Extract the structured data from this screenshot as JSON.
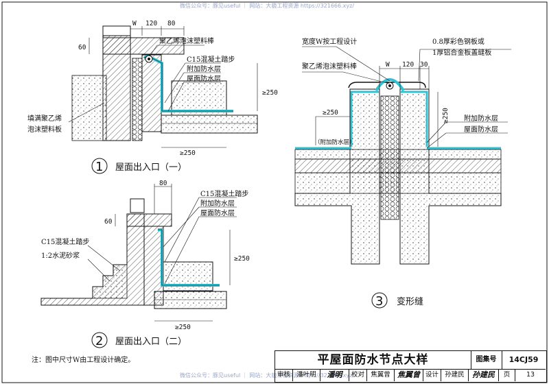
{
  "watermark_top": "微信公众号：豚见useful ｜ 网站：大藐工程资源 https://321666.xyz/",
  "watermark_bottom": "微信公众号：豚见useful ｜ 网站：大藐工程资源 https://321666.xyz/",
  "detail1": {
    "number": "1",
    "caption": "屋面出入口（一）",
    "dims": {
      "w": "W",
      "d120": "120",
      "d80": "80",
      "d60": "60",
      "d250v": "≥250",
      "d250h": "≥250"
    },
    "labels": {
      "foam_rod": "聚乙烯泡沫塑料棒",
      "step": "C15混凝土踏步",
      "add_layer": "附加防水层",
      "roof_layer": "屋面防水层",
      "fill_line1": "填满聚乙烯",
      "fill_line2": "泡沫塑料板"
    }
  },
  "detail2": {
    "number": "2",
    "caption": "屋面出入口（二）",
    "dims": {
      "d80": "80",
      "d60": "60",
      "d250v": "≥250",
      "d250h": "≥250"
    },
    "labels": {
      "step_top": "C15混凝土踏步",
      "add_layer": "附加防水层",
      "roof_layer": "屋面防水层",
      "step_left": "C15混凝土踏步",
      "mortar": "1:2水泥砂浆"
    }
  },
  "detail3": {
    "number": "3",
    "caption": "变形缝",
    "dims": {
      "w": "W",
      "d120": "120",
      "d30": "30",
      "d250l": "≥250",
      "d250r": "≥250"
    },
    "labels": {
      "width_note": "宽度W按工程设计",
      "plate_line1": "0.8厚彩色钢板或",
      "plate_line2": "1厚铝合金板盖缝板",
      "foam_rod": "聚乙烯泡沫塑料棒",
      "add_layer": "附加防水层",
      "roof_layer": "屋面防水层",
      "add_layer_paren": "（附加防水层）"
    }
  },
  "note": "注：图中尺寸W由工程设计确定。",
  "title_block": {
    "title": "平屋面防水节点大样",
    "code_label": "图集号",
    "code_value": "14CJ59",
    "review_label": "审核",
    "reviewer": "潘叶明",
    "reviewer_sig": "潘明",
    "check_label": "校对",
    "checker": "焦翼曾",
    "checker_sig": "焦翼曾",
    "design_label": "设计",
    "designer": "孙建民",
    "designer_sig": "孙建民",
    "page_label": "页",
    "page_value": "13"
  },
  "colors": {
    "membrane": "#33c0d0",
    "line": "#111111"
  }
}
